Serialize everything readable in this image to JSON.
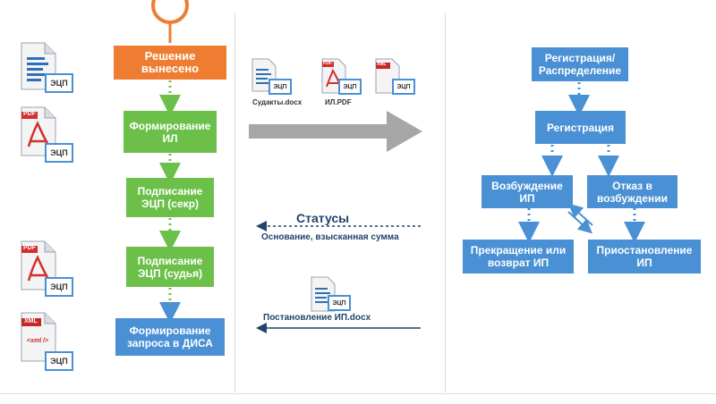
{
  "left_flow": {
    "decision": "Решение вынесено",
    "form_il": "Формирование ИЛ",
    "sign_secretary": "Подписание ЭЦП (секр)",
    "sign_judge": "Подписание ЭЦП (судья)",
    "form_request": "Формирование запроса в ДИСА"
  },
  "badges": {
    "ecp": "ЭЦП",
    "pdf": "PDF",
    "xml": "XML",
    "xml_code": "<xml />"
  },
  "middle": {
    "doc_judicial": "Судакты.docx",
    "doc_il": "ИЛ.PDF",
    "statuses_title": "Статусы",
    "statuses_sub": "Основание, взысканная сумма",
    "decree": "Постановление ИП.docx"
  },
  "right_flow": {
    "registration_distribution": "Регистрация/ Распределение",
    "registration": "Регистрация",
    "initiation": "Возбуждение ИП",
    "refusal": "Отказ в возбуждении",
    "termination": "Прекращение или возврат ИП",
    "suspension": "Приостановление ИП"
  },
  "colors": {
    "orange": "#ee7d31",
    "green": "#6cc04a",
    "blue": "#4a90d4",
    "arrow_gray": "#a6a6a6"
  }
}
